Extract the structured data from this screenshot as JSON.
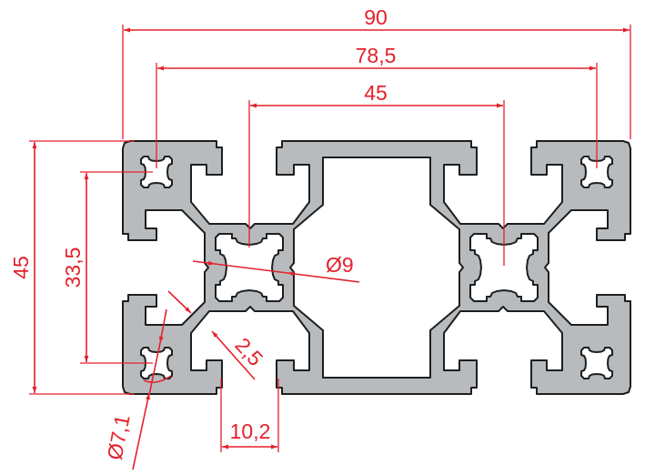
{
  "drawing": {
    "title": "Aluminium profile 45x90 cross-section",
    "colors": {
      "dimension": "#e3212b",
      "profile_fill": "#b8bbbe",
      "outline": "#1e1e1e"
    },
    "dimensions": {
      "overall_width": "90",
      "corner_slot_spacing": "78,5",
      "core_spacing": "45",
      "overall_height": "45",
      "vertical_slot_spacing": "33,5",
      "core_bore": "Ø9",
      "wall_thickness": "2,5",
      "corner_bore": "Ø7,1",
      "slot_width": "10,2"
    }
  }
}
